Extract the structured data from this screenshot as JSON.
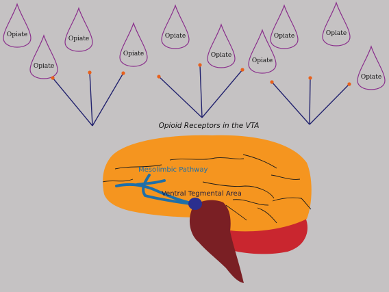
{
  "title": "Opioid Receptors in the VTA",
  "drop_label": "Opiate",
  "labels": {
    "mesolimbic": "Mesolimbic Pathway",
    "vta": "Ventral Tegmental Area"
  },
  "colors": {
    "background": "#c5c2c3",
    "drop_outline": "#8a2f8c",
    "receptor_line": "#22226e",
    "receptor_tip": "#e8601c",
    "cortex": "#f5951f",
    "cerebellum": "#c9262f",
    "brainstem": "#7a1f24",
    "pathway": "#1f6fa8",
    "vta": "#2b2f8f",
    "sulci": "#1a1a1a"
  }
}
